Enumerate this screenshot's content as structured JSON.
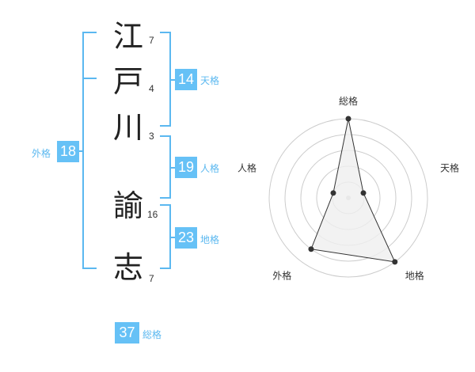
{
  "name": {
    "chars": [
      {
        "char": "江",
        "strokes": "7"
      },
      {
        "char": "戸",
        "strokes": "4"
      },
      {
        "char": "川",
        "strokes": "3"
      },
      {
        "char": "諭",
        "strokes": "16"
      },
      {
        "char": "志",
        "strokes": "7"
      }
    ]
  },
  "scores": {
    "tenkaku": {
      "value": "14",
      "label": "天格"
    },
    "jinkaku": {
      "value": "19",
      "label": "人格"
    },
    "chikaku": {
      "value": "23",
      "label": "地格"
    },
    "gaikaku": {
      "value": "18",
      "label": "外格"
    },
    "soukaku": {
      "value": "37",
      "label": "総格"
    }
  },
  "chart_data": {
    "type": "radar",
    "axes": [
      "総格",
      "天格",
      "地格",
      "外格",
      "人格"
    ],
    "values": [
      5,
      1,
      5,
      4,
      1
    ],
    "range": [
      0,
      5
    ],
    "rings": 5,
    "colors": {
      "fill": "#efefef",
      "line": "#333333",
      "grid": "#cccccc",
      "accent": "#66c1f6"
    }
  }
}
